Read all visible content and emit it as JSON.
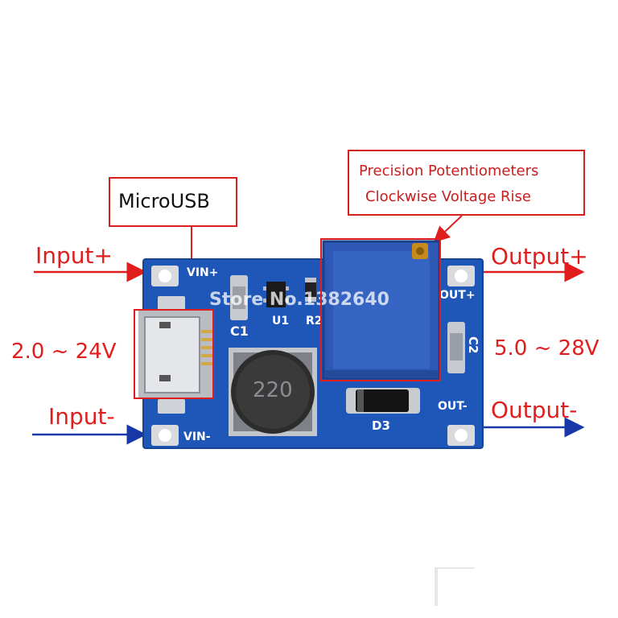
{
  "labels": {
    "microusb": "MicroUSB",
    "precision_line1": "Precision Potentiometers",
    "precision_line2": "Clockwise Voltage Rise",
    "input_plus": "Input+",
    "input_minus": "Input-",
    "output_plus": "Output+",
    "output_minus": "Output-",
    "input_range": "2.0 ~ 24V",
    "output_range": "5.0 ~ 28V"
  },
  "board": {
    "vin_plus": "VIN+",
    "vin_minus": "VIN-",
    "out_plus": "OUT+",
    "out_minus": "OUT-",
    "c1": "C1",
    "c2": "C2",
    "u1": "U1",
    "r2": "R2",
    "d3": "D3",
    "inductor": "220",
    "watermark": "Store No.1382640"
  },
  "colors": {
    "pcb": "#1f57b8",
    "label_red": "#e01e1e",
    "label_blue": "#1838a8"
  }
}
